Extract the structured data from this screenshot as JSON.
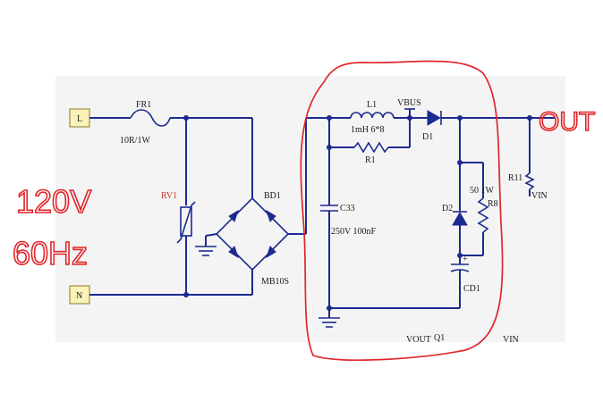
{
  "terminals": {
    "line": "L",
    "neutral": "N"
  },
  "fuse": {
    "ref": "FR1",
    "value": "10R/1W"
  },
  "varistor": {
    "ref": "RV1"
  },
  "bridge": {
    "ref": "BD1",
    "part": "MB10S"
  },
  "inductor": {
    "ref": "L1",
    "value": "1mH  6*8"
  },
  "vbus_label": "VBUS",
  "diode1": {
    "ref": "D1"
  },
  "resistor1": {
    "ref": "R1"
  },
  "capacitor33": {
    "ref": "C33",
    "value": "250V 100nF"
  },
  "diode2": {
    "ref": "D2"
  },
  "resistor8": {
    "ref": "R8",
    "value": "50 1W"
  },
  "cap_d1": {
    "ref": "CD1",
    "polarity": "+"
  },
  "resistor11": {
    "ref": "R11",
    "net": "VIN"
  },
  "bottom_labels": {
    "vout": "VOUT",
    "q1": "Q1",
    "vin": "VIN"
  },
  "annotations": {
    "voltage": "120V",
    "frequency": "60Hz",
    "output": "OUT"
  },
  "colors": {
    "wire": "#1c2b8f",
    "annotation": "#e0262a",
    "schematic_bg": "#f4f4f4",
    "terminal_fill": "#fbf2b8"
  }
}
